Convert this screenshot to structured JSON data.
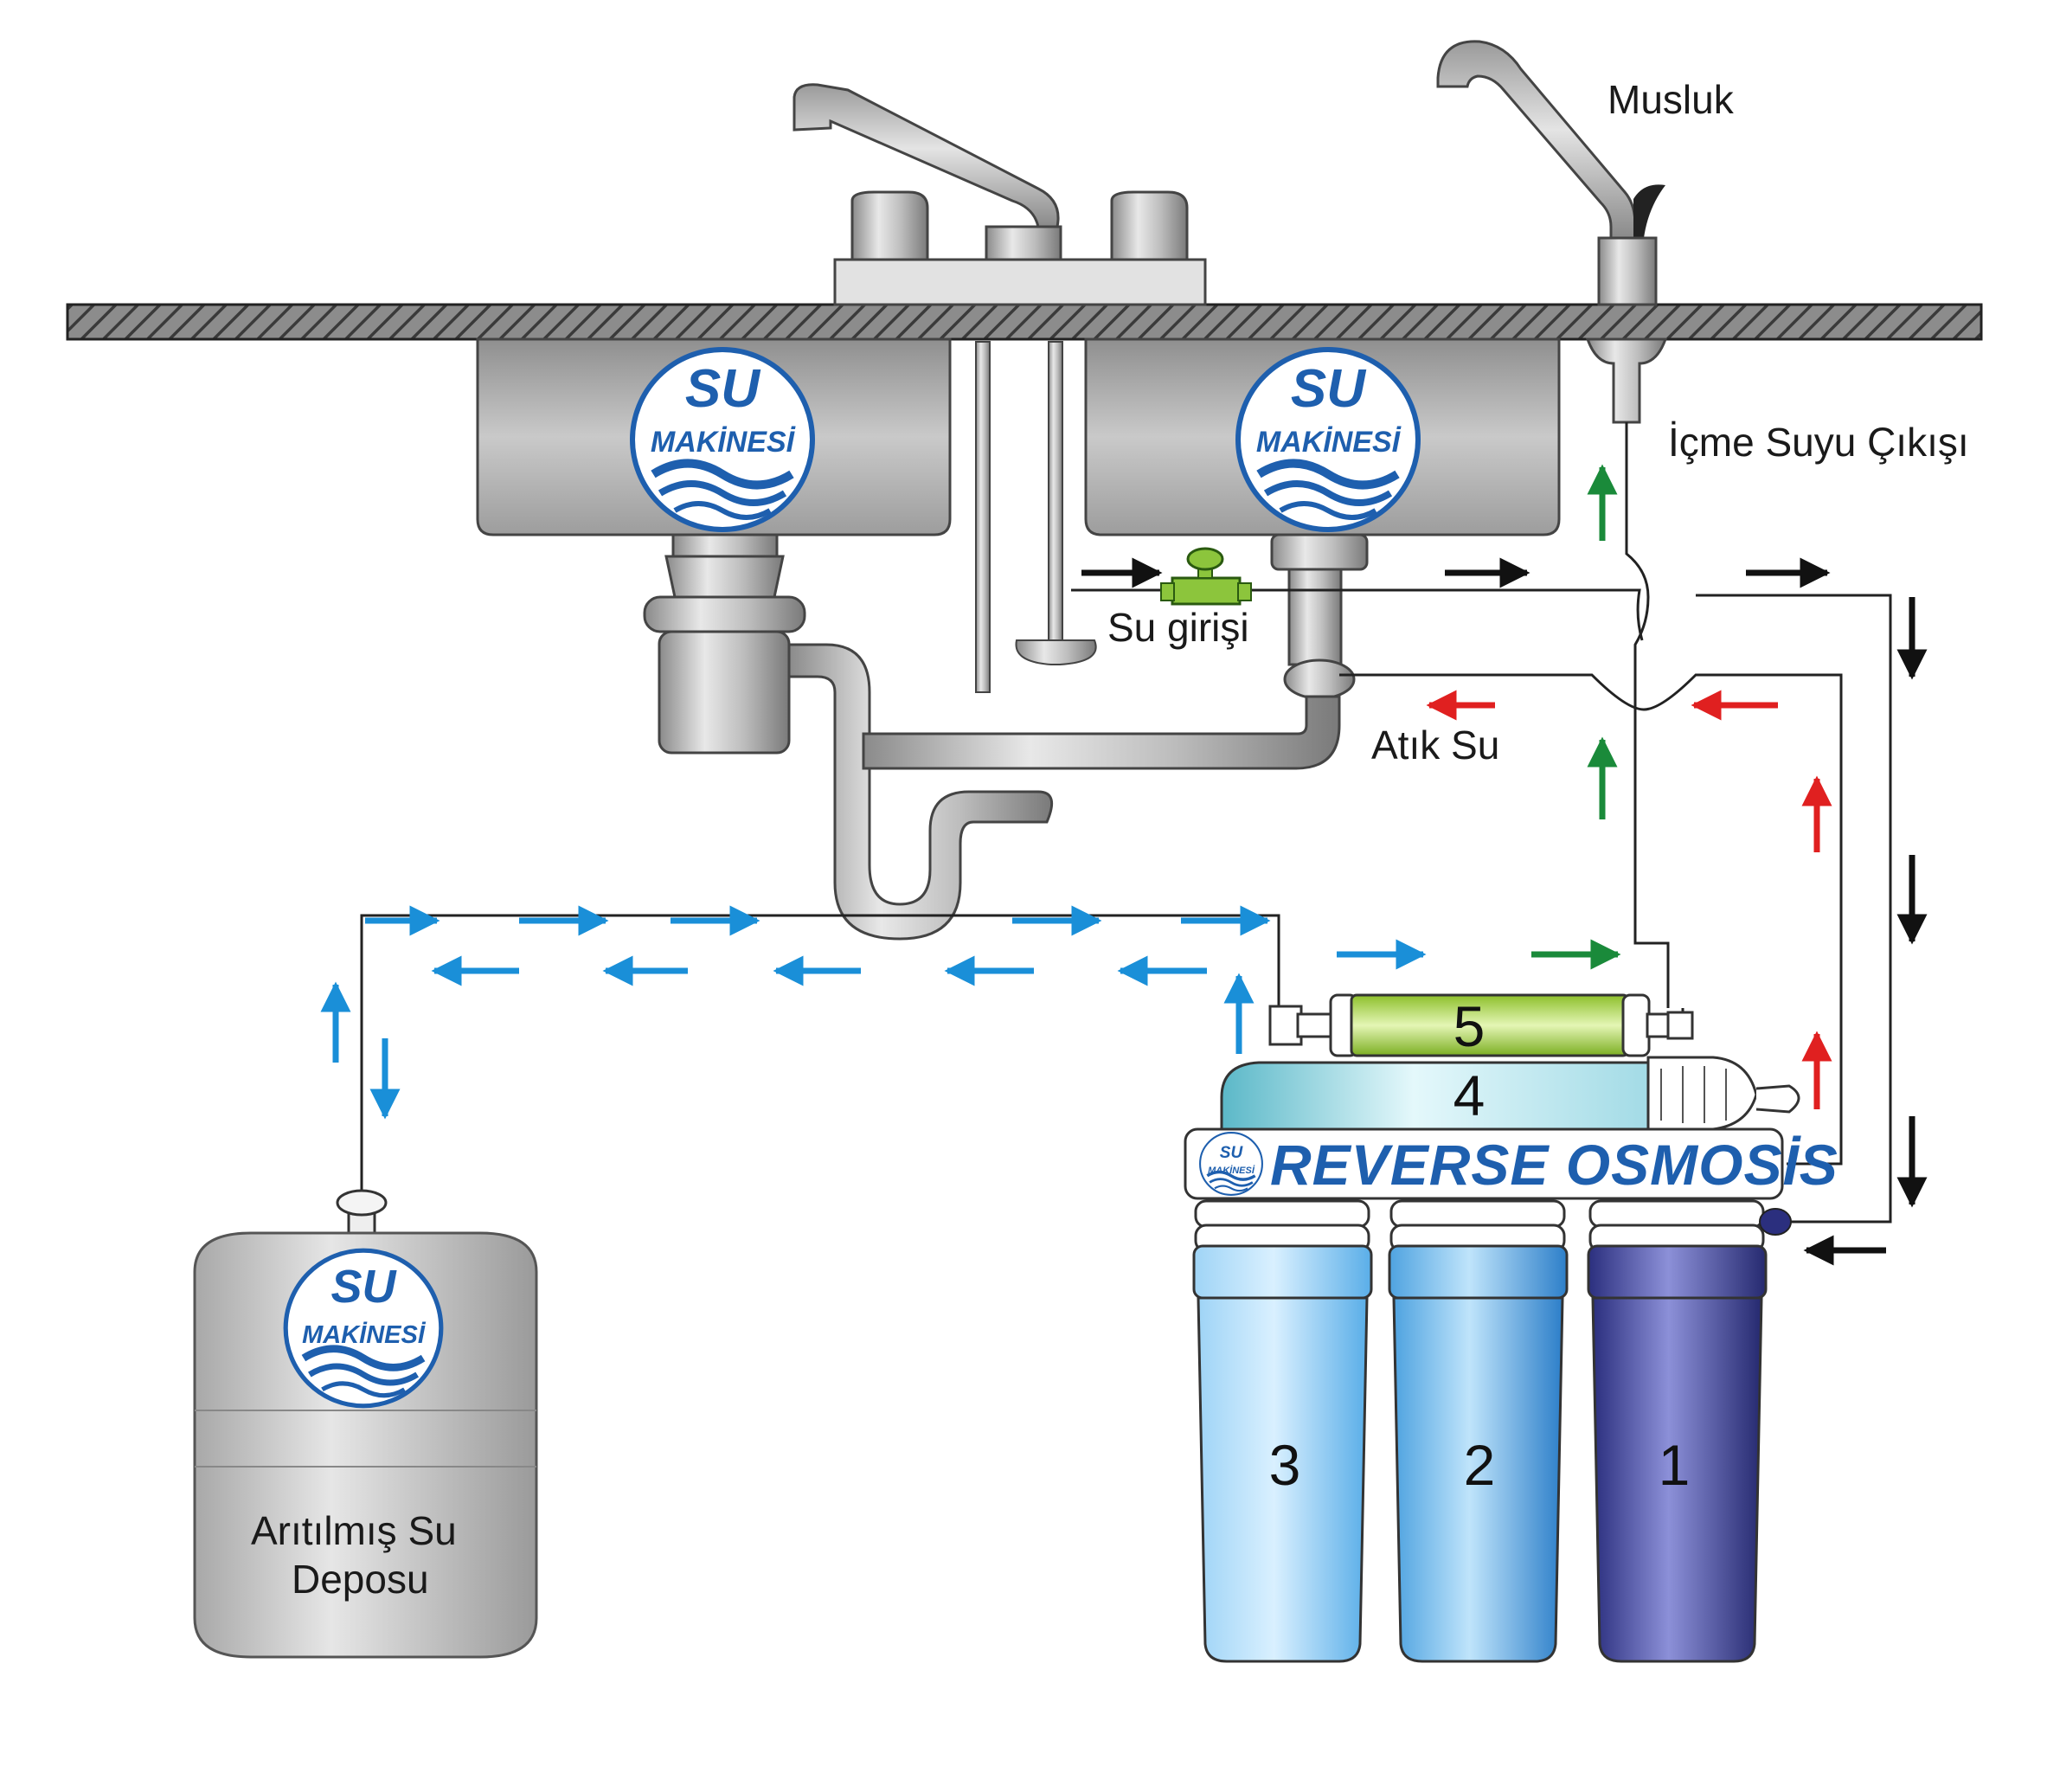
{
  "brand": {
    "logo_top": "SU",
    "logo_bottom": "MAKİNESİ"
  },
  "labels": {
    "faucet": "Musluk",
    "drinking_water_outlet": "İçme Suyu Çıkışı",
    "water_inlet": "Su girişi",
    "waste_water": "Atık Su",
    "tank_line1": "Arıtılmış Su",
    "tank_line2": "Deposu",
    "system_title": "REVERSE OSMOSİS"
  },
  "filter_stages": {
    "stage1": "1",
    "stage2": "2",
    "stage3": "3",
    "stage4": "4",
    "stage5": "5"
  },
  "colors": {
    "feed_water": "#111111",
    "waste_water": "#e02020",
    "product_water": "#1a8a3a",
    "tank_flow": "#1a8fd8",
    "brand_blue": "#1e5fae",
    "stage1_housing": "#3a3f9a",
    "stage23_housing": "#5fb3ec",
    "stage4_membrane": "#6cc6d6",
    "stage5_carbon": "#9ccc3c"
  }
}
